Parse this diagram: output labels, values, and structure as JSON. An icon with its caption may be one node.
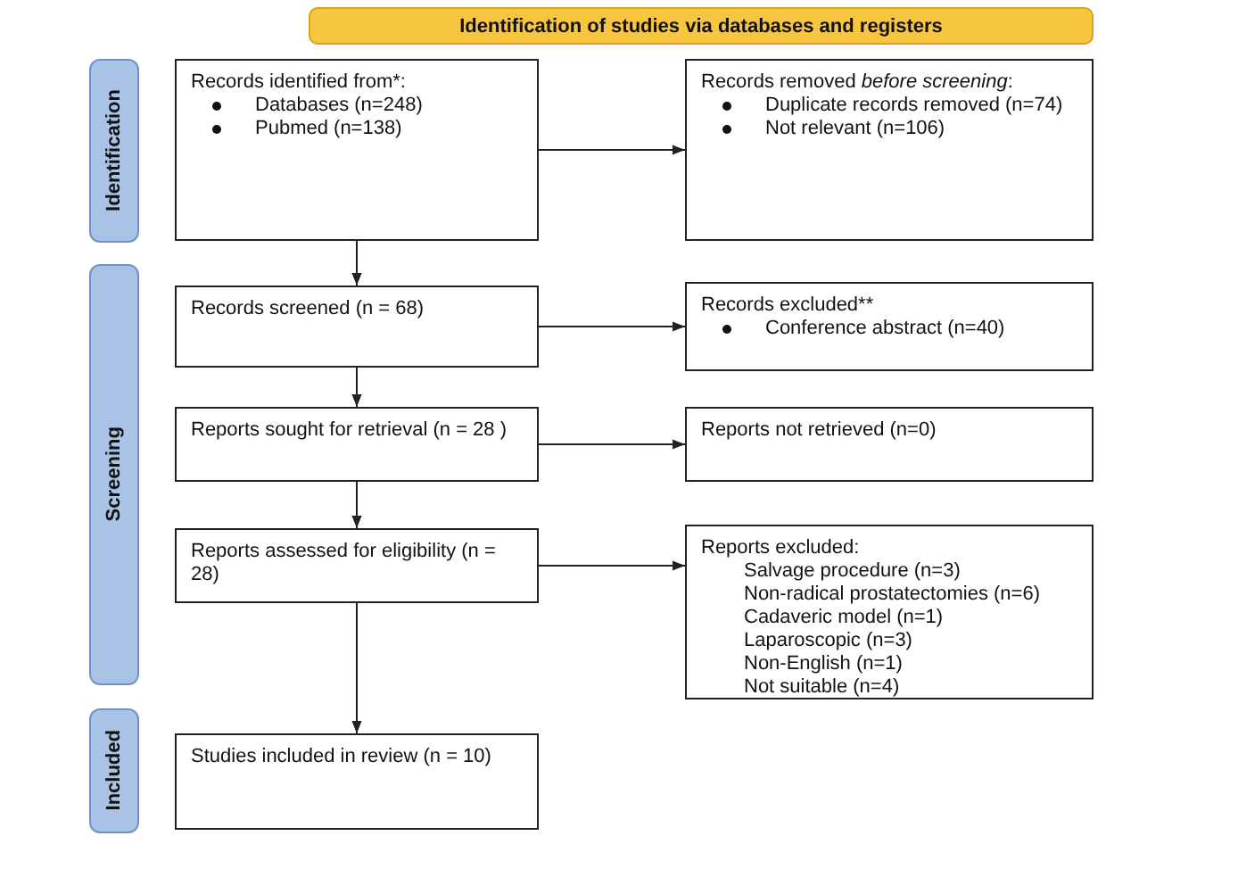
{
  "diagram": {
    "nodes": [
      {
        "text": [
          "Identification of studies via databases and registers"
        ]
      },
      {
        "text": [
          "Identification"
        ]
      },
      {
        "text": [
          "Records identified from*:",
          "Databases (n=248)",
          "Pubmed (n=138)"
        ]
      },
      {
        "text": [
          "Records removed *before screening*:",
          "Duplicate records removed (n=74)",
          "Not relevant (n=106)"
        ]
      },
      {
        "text": [
          "Screening"
        ]
      },
      {
        "text": [
          "Records screened (n = 68)"
        ]
      },
      {
        "text": [
          "Records excluded**",
          "Conference abstract (n=40)"
        ]
      },
      {
        "text": [
          "Reports sought for retrieval (n = 28 )"
        ]
      },
      {
        "text": [
          "Reports not retrieved (n=0)"
        ]
      },
      {
        "text": [
          "Reports assessed for eligibility (n = 28)"
        ]
      },
      {
        "text": [
          "Reports excluded:",
          "Salvage procedure (n=3)",
          "Non-radical prostatectomies (n=6)",
          "Cadaveric model (n=1)",
          "Laparoscopic (n=3)",
          "Non-English (n=1)",
          "Not suitable (n=4)"
        ]
      },
      {
        "text": [
          "Included"
        ]
      },
      {
        "text": [
          "Studies included in review (n = 10)"
        ]
      }
    ],
    "edges": [
      {
        "from": 2,
        "to": 3,
        "arrow": "to"
      },
      {
        "from": 2,
        "to": 5,
        "arrow": "to"
      },
      {
        "from": 5,
        "to": 6,
        "arrow": "to"
      },
      {
        "from": 5,
        "to": 7,
        "arrow": "to"
      },
      {
        "from": 7,
        "to": 8,
        "arrow": "to"
      },
      {
        "from": 7,
        "to": 9,
        "arrow": "to"
      },
      {
        "from": 9,
        "to": 10,
        "arrow": "to"
      },
      {
        "from": 9,
        "to": 12,
        "arrow": "to"
      }
    ]
  }
}
